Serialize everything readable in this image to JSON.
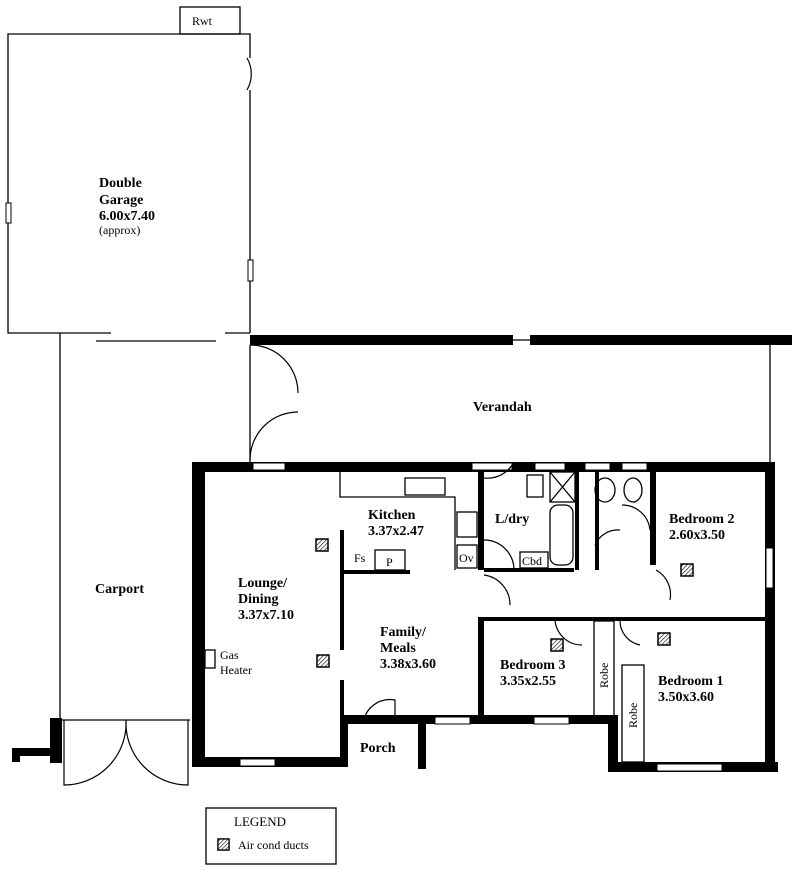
{
  "rooms": {
    "rwt": "Rwt",
    "garage": {
      "line1": "Double",
      "line2": "Garage",
      "size": "6.00x7.40",
      "note": "(approx)"
    },
    "verandah": "Verandah",
    "carport": "Carport",
    "kitchen": {
      "name": "Kitchen",
      "size": "3.37x2.47"
    },
    "laundry": "L/dry",
    "bedroom2": {
      "name": "Bedroom 2",
      "size": "2.60x3.50"
    },
    "lounge": {
      "line1": "Lounge/",
      "line2": "Dining",
      "size": "3.37x7.10"
    },
    "family": {
      "line1": "Family/",
      "line2": "Meals",
      "size": "3.38x3.60"
    },
    "bedroom3": {
      "name": "Bedroom 3",
      "size": "3.35x2.55"
    },
    "bedroom1": {
      "name": "Bedroom 1",
      "size": "3.50x3.60"
    },
    "porch": "Porch"
  },
  "fixtures": {
    "fs": "Fs",
    "p": "P",
    "ov": "Ov",
    "cbd": "Cbd",
    "robe": "Robe",
    "gas_heater_1": "Gas",
    "gas_heater_2": "Heater"
  },
  "legend": {
    "title": "LEGEND",
    "items": [
      {
        "label": "Air cond ducts",
        "icon": "hatched-square-icon"
      }
    ]
  }
}
